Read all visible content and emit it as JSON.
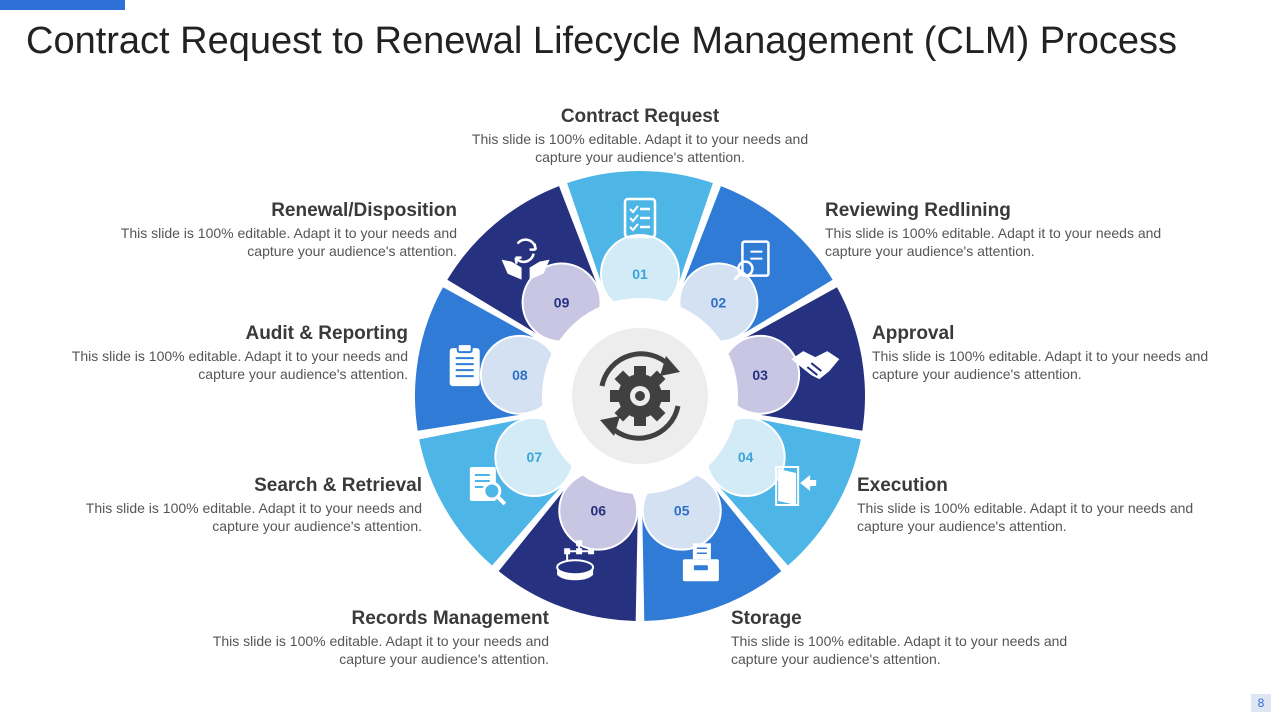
{
  "slide": {
    "title": "Contract Request to Renewal Lifecycle Management (CLM) Process",
    "page_number": "8"
  },
  "colors": {
    "accent": "#2E6FD8",
    "light": "#4DB6E6",
    "mid": "#2F7BD6",
    "dark": "#26317F",
    "hub": "#EDEDED",
    "hub_icon": "#404040"
  },
  "steps": [
    {
      "number": "01",
      "title": "Contract Request",
      "description": "This slide is 100% editable. Adapt it to your needs and capture your audience's attention.",
      "icon": "checklist-icon",
      "color": "light"
    },
    {
      "number": "02",
      "title": "Reviewing Redlining",
      "description": "This slide is 100% editable. Adapt it to your needs and capture your audience's attention.",
      "icon": "document-review-icon",
      "color": "mid"
    },
    {
      "number": "03",
      "title": "Approval",
      "description": "This slide is 100% editable. Adapt it to your needs and capture your audience's attention.",
      "icon": "handshake-icon",
      "color": "dark"
    },
    {
      "number": "04",
      "title": "Execution",
      "description": "This slide is 100% editable. Adapt it to your needs and capture your audience's attention.",
      "icon": "door-exit-icon",
      "color": "light"
    },
    {
      "number": "05",
      "title": "Storage",
      "description": "This slide is 100% editable. Adapt it to your needs and capture your audience's attention.",
      "icon": "archive-box-icon",
      "color": "mid"
    },
    {
      "number": "06",
      "title": "Records Management",
      "description": "This slide is 100% editable. Adapt it to your needs and capture your audience's attention.",
      "icon": "database-chart-icon",
      "color": "dark"
    },
    {
      "number": "07",
      "title": "Search & Retrieval",
      "description": "This slide is 100% editable. Adapt it to your needs and capture your audience's attention.",
      "icon": "document-search-icon",
      "color": "light"
    },
    {
      "number": "08",
      "title": "Audit & Reporting",
      "description": "This slide is 100% editable. Adapt it to your needs and capture your audience's attention.",
      "icon": "clipboard-icon",
      "color": "mid"
    },
    {
      "number": "09",
      "title": "Renewal/Disposition",
      "description": "This slide is 100% editable. Adapt it to your needs and capture your audience's attention.",
      "icon": "hands-recycle-icon",
      "color": "dark"
    }
  ],
  "center_icon": "gear-cycle-icon"
}
